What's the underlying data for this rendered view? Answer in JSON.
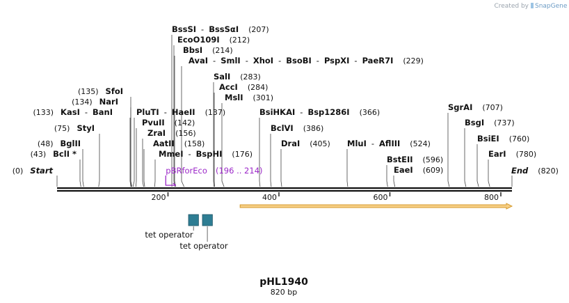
{
  "credit": {
    "prefix": "Created by",
    "brand": "SnapGene"
  },
  "plasmid": {
    "name": "pHL1940",
    "length": "820 bp"
  },
  "ruler": {
    "ticks": [
      "200",
      "400",
      "600",
      "800"
    ],
    "tick_values": [
      200,
      400,
      600,
      800
    ],
    "max": 820
  },
  "ends": {
    "start_label": "Start",
    "start_pos": "(0)",
    "end_label": "End",
    "end_pos": "(820)"
  },
  "sites": [
    {
      "names": [
        "BssSI",
        "BssSαI"
      ],
      "pos": "(207)",
      "bp": 207
    },
    {
      "names": [
        "EcoO109I"
      ],
      "pos": "(212)",
      "bp": 212
    },
    {
      "names": [
        "BbsI"
      ],
      "pos": "(214)",
      "bp": 214
    },
    {
      "names": [
        "AvaI",
        "SmlI",
        "XhoI",
        "BsoBI",
        "PspXI",
        "PaeR7I"
      ],
      "pos": "(229)",
      "bp": 229
    },
    {
      "names": [
        "SalI"
      ],
      "pos": "(283)",
      "bp": 283
    },
    {
      "names": [
        "AccI"
      ],
      "pos": "(284)",
      "bp": 284
    },
    {
      "names": [
        "MslI"
      ],
      "pos": "(301)",
      "bp": 301
    },
    {
      "names": [
        "SfoI"
      ],
      "pos": "(135)",
      "bp": 135
    },
    {
      "names": [
        "NarI"
      ],
      "pos": "(134)",
      "bp": 134
    },
    {
      "names": [
        "KasI",
        "BanI"
      ],
      "pos": "(133)",
      "bp": 133
    },
    {
      "names": [
        "PluTI",
        "HaeII"
      ],
      "pos": "(137)",
      "bp": 137
    },
    {
      "names": [
        "BsiHKAI",
        "Bsp1286I"
      ],
      "pos": "(366)",
      "bp": 366
    },
    {
      "names": [
        "SgrAI"
      ],
      "pos": "(707)",
      "bp": 707
    },
    {
      "names": [
        "StyI"
      ],
      "pos": "(75)",
      "bp": 75
    },
    {
      "names": [
        "PvuII"
      ],
      "pos": "(142)",
      "bp": 142
    },
    {
      "names": [
        "BclVI"
      ],
      "pos": "(386)",
      "bp": 386
    },
    {
      "names": [
        "BsgI"
      ],
      "pos": "(737)",
      "bp": 737
    },
    {
      "names": [
        "ZraI"
      ],
      "pos": "(156)",
      "bp": 156
    },
    {
      "names": [
        "BglII"
      ],
      "pos": "(48)",
      "bp": 48
    },
    {
      "names": [
        "AatII"
      ],
      "pos": "(158)",
      "bp": 158
    },
    {
      "names": [
        "DraI"
      ],
      "pos": "(405)",
      "bp": 405
    },
    {
      "names": [
        "MluI",
        "AflIII"
      ],
      "pos": "(524)",
      "bp": 524
    },
    {
      "names": [
        "BsiEI"
      ],
      "pos": "(760)",
      "bp": 760
    },
    {
      "names": [
        "BclI *"
      ],
      "pos": "(43)",
      "bp": 43
    },
    {
      "names": [
        "MmeI",
        "BspHI"
      ],
      "pos": "(176)",
      "bp": 176
    },
    {
      "names": [
        "EarI"
      ],
      "pos": "(780)",
      "bp": 780
    },
    {
      "names": [
        "BstEII"
      ],
      "pos": "(596)",
      "bp": 596
    },
    {
      "names": [
        "EaeI"
      ],
      "pos": "(609)",
      "bp": 609
    }
  ],
  "primer": {
    "name": "pBRforEco",
    "range": "(196 .. 214)",
    "start": 196,
    "end": 214
  },
  "features": [
    {
      "name": "tet operator",
      "start": 237,
      "end": 255
    },
    {
      "name": "tet operator",
      "start": 262,
      "end": 280
    }
  ],
  "orf": {
    "start": 330,
    "end": 820,
    "direction": "forward"
  },
  "colors": {
    "primer": "#9b27c8",
    "operator": "#2e7d93",
    "orf_fill": "#f6cf86",
    "orf_stroke": "#d59a2c",
    "backbone": "#111111"
  }
}
